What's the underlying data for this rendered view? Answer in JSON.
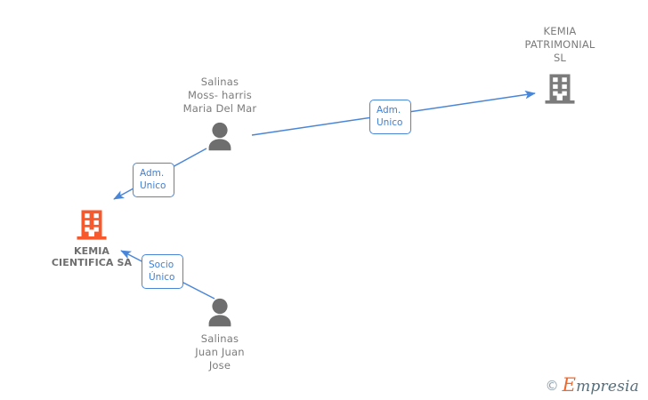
{
  "diagram": {
    "title": "Empresia corporate relationship graph",
    "colors": {
      "accent_orange": "#f8592c",
      "node_gray": "#6e6e6e",
      "edge_blue": "#4a86d8",
      "chip_text": "#3f7fd4",
      "label_gray": "#7b7b7b"
    },
    "nodes": [
      {
        "id": "person-maria",
        "type": "person",
        "icon": "person-icon",
        "label_position": "above",
        "highlighted": false,
        "lines": [
          "Salinas",
          "Moss- harris",
          "Maria Del Mar"
        ]
      },
      {
        "id": "company-kemia-patrimonial",
        "type": "company",
        "icon": "building-icon",
        "label_position": "above",
        "highlighted": false,
        "lines": [
          "KEMIA",
          "PATRIMONIAL",
          "SL"
        ]
      },
      {
        "id": "company-kemia-cientifica",
        "type": "company",
        "icon": "building-icon",
        "label_position": "below",
        "highlighted": true,
        "lines": [
          "KEMIA",
          "CIENTIFICA SA"
        ]
      },
      {
        "id": "person-juan",
        "type": "person",
        "icon": "person-icon",
        "label_position": "below",
        "highlighted": false,
        "lines": [
          "Salinas",
          "Juan Juan",
          "Jose"
        ]
      }
    ],
    "edges": [
      {
        "id": "edge-maria-to-patrimonial",
        "from": "person-maria",
        "to": "company-kemia-patrimonial",
        "role_lines": [
          "Adm.",
          "Unico"
        ]
      },
      {
        "id": "edge-maria-to-cientifica",
        "from": "person-maria",
        "to": "company-kemia-cientifica",
        "role_lines": [
          "Adm.",
          "Unico"
        ]
      },
      {
        "id": "edge-juan-to-cientifica",
        "from": "person-juan",
        "to": "company-kemia-cientifica",
        "role_lines": [
          "Socio",
          "Único"
        ]
      }
    ]
  },
  "watermark": {
    "copyright": "©",
    "brand_first": "E",
    "brand_rest": "mpresia"
  }
}
